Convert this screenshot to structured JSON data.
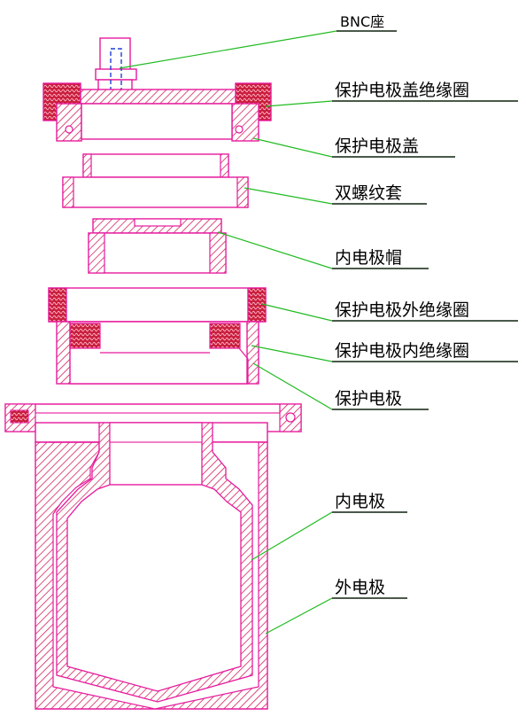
{
  "colors": {
    "outline": "#e6199c",
    "hatch": "#d4245f",
    "insulator": "#c81e3c",
    "leader": "#22bb22",
    "underline": "#000000",
    "connector": "#1f3fd6"
  },
  "labels": {
    "bnc": "BNC座",
    "cap_insulator": "保护电极盖绝缘圈",
    "cap": "保护电极盖",
    "double_thread": "双螺纹套",
    "inner_cap": "内电极帽",
    "outer_insulator": "保护电极外绝缘圈",
    "inner_insulator": "保护电极内绝缘圈",
    "guard": "保护电极",
    "inner_electrode": "内电极",
    "outer_electrode": "外电极"
  }
}
